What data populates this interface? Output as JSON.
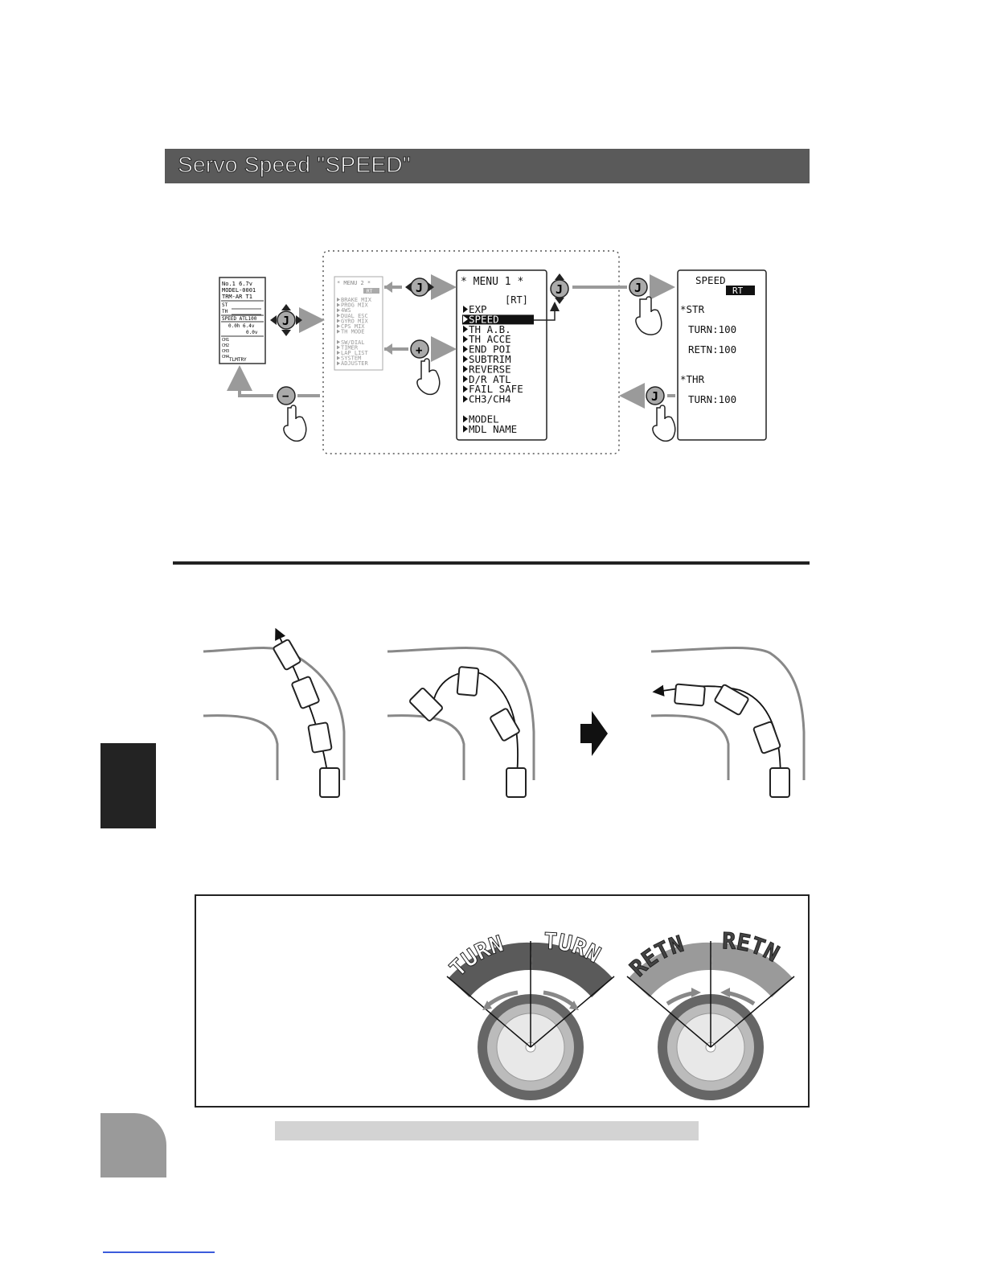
{
  "page": {
    "title": "Servo Speed \"SPEED\""
  },
  "home_screen": {
    "lines": [
      "No.1  6.7v",
      "MODEL-0001",
      "TRM-AR    T1",
      "ST",
      "TH",
      "SPEED  ATL100",
      "0.0h  6.4v",
      "0.0v",
      "CH1",
      "CH2",
      "CH3",
      "CH4",
      "TLMTRY"
    ]
  },
  "menu2": {
    "title": "* MENU 2 *",
    "badge": "RT",
    "items": [
      "BRAKE MIX",
      "PROG MIX",
      "4WS",
      "DUAL ESC",
      "GYRO MIX",
      "CPS MIX",
      "TH MODE",
      "",
      "SW/DIAL",
      "TIMER",
      "LAP LIST",
      "SYSTEM",
      "ADJUSTER"
    ]
  },
  "menu1": {
    "title": "* MENU 1 *",
    "badge": "[RT]",
    "items": [
      "EXP",
      "SPEED",
      "TH A.B.",
      "TH ACCE",
      "END POI",
      "SUBTRIM",
      "REVERSE",
      "D/R ATL",
      "FAIL SAFE",
      "CH3/CH4",
      "",
      "MODEL",
      "MDL NAME"
    ],
    "selected_index": 1
  },
  "speed_screen": {
    "title": "SPEED",
    "badge": "RT",
    "str_label": "*STR",
    "str_turn": "TURN:100",
    "str_retn": "RETN:100",
    "thr_label": "*THR",
    "thr_turn": "TURN:100"
  },
  "keys": {
    "jog": "J",
    "plus": "+",
    "minus": "−"
  },
  "wheels": {
    "left_labels": [
      "TURN",
      "TURN"
    ],
    "right_labels": [
      "RETN",
      "RETN"
    ]
  },
  "colors": {
    "title_bar": "#5a5a5a",
    "arrow_gray": "#9a9a9a",
    "dark": "#232323"
  }
}
